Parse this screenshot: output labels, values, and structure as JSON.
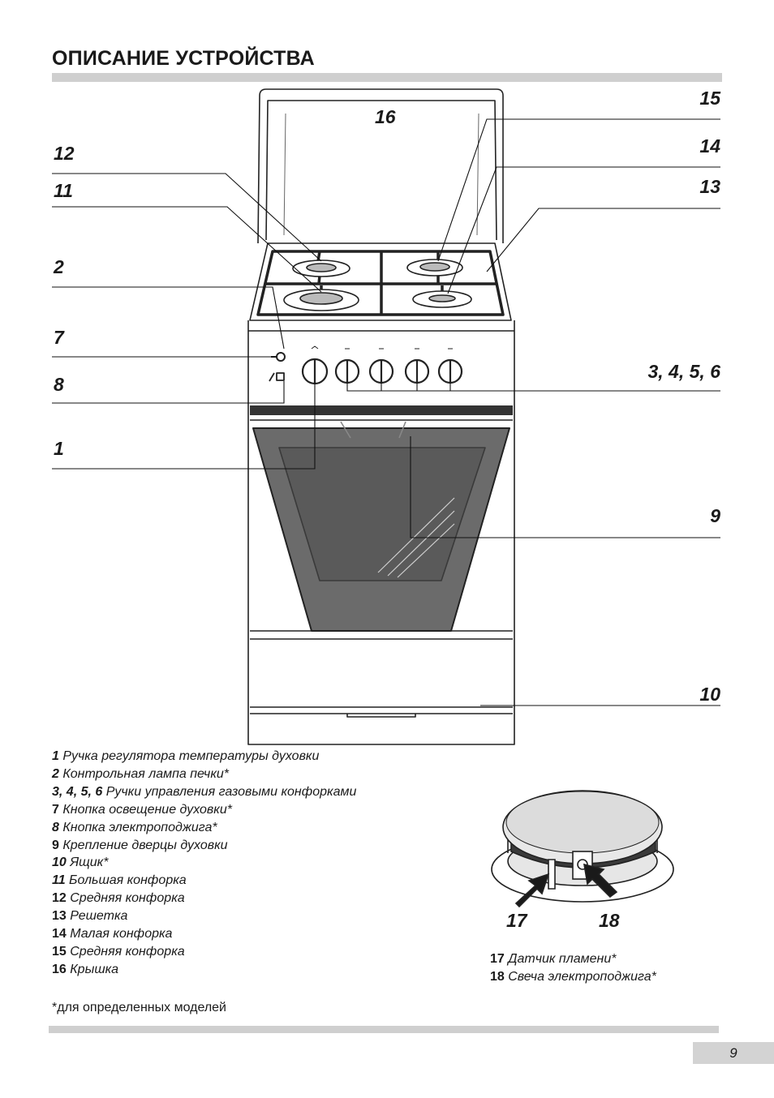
{
  "page": {
    "title": "ОПИСАНИЕ УСТРОЙСТВА",
    "number": "9",
    "footnote": "*для определенных моделей"
  },
  "callouts": {
    "c16": "16",
    "c15": "15",
    "c12": "12",
    "c14": "14",
    "c11": "11",
    "c13": "13",
    "c2": "2",
    "c7": "7",
    "c3456": "3, 4, 5, 6",
    "c8": "8",
    "c1": "1",
    "c9": "9",
    "c10": "10",
    "c17": "17",
    "c18": "18"
  },
  "legend": [
    {
      "num": "1",
      "text": " Ручка регулятора температуры духовки"
    },
    {
      "num": "2",
      "text": " Контрольная лампа печки*"
    },
    {
      "num": "3, 4, 5, 6",
      "text": "  Ручки управления газовыми конфорками"
    },
    {
      "num": "7",
      "text": " Кнопка освещение духовки*"
    },
    {
      "num": "8",
      "text": " Кнопка электроподжига*"
    },
    {
      "num": "9",
      "text": " Крепление дверцы духовки"
    },
    {
      "num": "10",
      "text": " Ящик*"
    },
    {
      "num": "11",
      "text": " Большая конфорка"
    },
    {
      "num": "12",
      "text": " Средняя конфорка"
    },
    {
      "num": "13",
      "text": " Решетка"
    },
    {
      "num": "14",
      "text": " Малая конфорка"
    },
    {
      "num": "15",
      "text": " Средняя конфорка"
    },
    {
      "num": "16",
      "text": " Крышка"
    }
  ],
  "legend_burner": [
    {
      "num": "17",
      "text": " Датчик пламени*"
    },
    {
      "num": "18",
      "text": " Свеча электроподжига*"
    }
  ]
}
